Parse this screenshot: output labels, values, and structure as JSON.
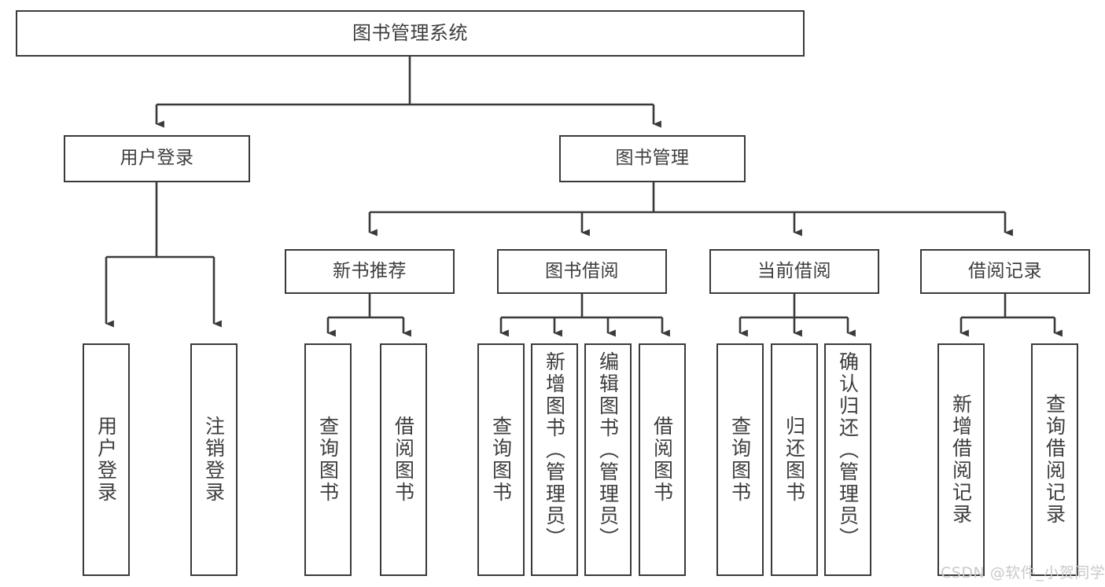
{
  "diagram": {
    "type": "hierarchy-tree",
    "title": "图书管理系统",
    "colors": {
      "stroke": "#3a3a3a",
      "text": "#3d3d3d",
      "background": "#ffffff",
      "watermark": "#c9c9c9"
    },
    "levels": {
      "root": {
        "label": "图书管理系统"
      },
      "level2": [
        {
          "label": "用户登录"
        },
        {
          "label": "图书管理"
        }
      ],
      "level3": [
        {
          "label": "新书推荐"
        },
        {
          "label": "图书借阅"
        },
        {
          "label": "当前借阅"
        },
        {
          "label": "借阅记录"
        }
      ],
      "leaves": [
        {
          "label": "用户登录",
          "parent": "用户登录"
        },
        {
          "label": "注销登录",
          "parent": "用户登录"
        },
        {
          "label": "查询图书",
          "parent": "新书推荐"
        },
        {
          "label": "借阅图书",
          "parent": "新书推荐"
        },
        {
          "label": "查询图书",
          "parent": "图书借阅"
        },
        {
          "label": "新增图书（管理员）",
          "parent": "图书借阅"
        },
        {
          "label": "编辑图书（管理员）",
          "parent": "图书借阅"
        },
        {
          "label": "借阅图书",
          "parent": "图书借阅"
        },
        {
          "label": "查询图书",
          "parent": "当前借阅"
        },
        {
          "label": "归还图书",
          "parent": "当前借阅"
        },
        {
          "label": "确认归还（管理员）",
          "parent": "当前借阅"
        },
        {
          "label": "新增借阅记录",
          "parent": "借阅记录"
        },
        {
          "label": "查询借阅记录",
          "parent": "借阅记录"
        }
      ]
    }
  },
  "watermark": {
    "text": "CSDN @软件_小贺同学"
  }
}
